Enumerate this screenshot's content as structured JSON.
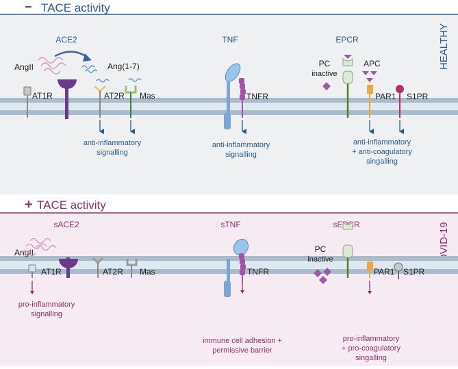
{
  "healthy": {
    "title_sign": "−",
    "title": "TACE activity",
    "side_label": "HEALTHY",
    "ace2": {
      "header": "ACE2",
      "angII": "AngII",
      "ang17": "Ang(1-7)",
      "at1r": "AT1R",
      "at2r": "AT2R",
      "mas": "Mas",
      "caption": [
        "anti-inflammatory",
        "signalling"
      ]
    },
    "tnf": {
      "header": "TNF",
      "tnfr": "TNFR",
      "caption": [
        "anti-inflammatory",
        "signalling"
      ]
    },
    "epcr": {
      "header": "EPCR",
      "pc": [
        "PC",
        "inactive"
      ],
      "apc": "APC",
      "par1": "PAR1",
      "s1pr": "S1PR",
      "caption": [
        "anti-inflammatory",
        "+ anti-coagulatory",
        "singalling"
      ]
    }
  },
  "covid": {
    "title_sign": "+",
    "title": "TACE activity",
    "side_label": "COVID-19",
    "ace2": {
      "header": "sACE2",
      "angII": "AngII",
      "at1r": "AT1R",
      "at2r": "AT2R",
      "mas": "Mas",
      "caption": [
        "pro-inflammatory",
        "signalling"
      ]
    },
    "tnf": {
      "header": "sTNF",
      "tnfr": "TNFR",
      "caption": [
        "immune cell adhesion +",
        "permissive  barrier"
      ]
    },
    "epcr": {
      "header": "sEPCR",
      "pc": [
        "PC",
        "inactive"
      ],
      "par1": "PAR1",
      "s1pr": "S1PR",
      "caption": [
        "pro-inflammatory",
        "+ pro-coagulatory",
        "singalling"
      ]
    }
  },
  "colors": {
    "healthy_accent": "#2a5a8c",
    "covid_accent": "#8c2f6a",
    "healthy_bg": "#eef0f1",
    "covid_bg": "#f7ebf3",
    "membrane": "#a9bccb"
  }
}
